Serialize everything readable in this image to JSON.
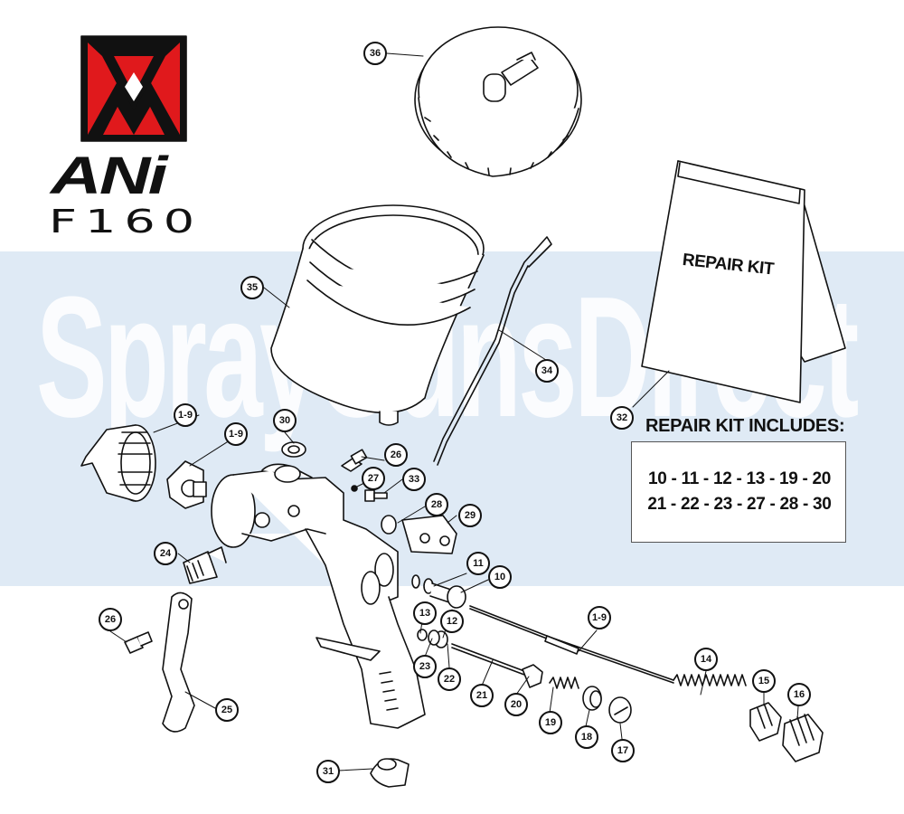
{
  "brand": {
    "wordmark": "ANi",
    "model": "F160",
    "colors": {
      "red": "#e0191c",
      "dark": "#111111"
    }
  },
  "watermark": {
    "text": "SprayGunsDirect"
  },
  "repair_kit": {
    "bag_label": "REPAIR KIT",
    "title": "REPAIR KIT INCLUDES:",
    "line1": "10 - 11 - 12 - 13 - 19 - 20",
    "line2": "21 - 22 - 23 - 27 - 28 - 30"
  },
  "callouts": {
    "c36": "36",
    "c35": "35",
    "c34": "34",
    "c32": "32",
    "c1_9a": "1-9",
    "c1_9b": "1-9",
    "c1_9c": "1-9",
    "c30": "30",
    "c26a": "26",
    "c26b": "26",
    "c27": "27",
    "c33": "33",
    "c28": "28",
    "c29": "29",
    "c24": "24",
    "c11": "11",
    "c10": "10",
    "c13": "13",
    "c12": "12",
    "c23": "23",
    "c22": "22",
    "c21": "21",
    "c20": "20",
    "c19": "19",
    "c18": "18",
    "c17": "17",
    "c14": "14",
    "c15": "15",
    "c16": "16",
    "c25": "25",
    "c31": "31"
  }
}
